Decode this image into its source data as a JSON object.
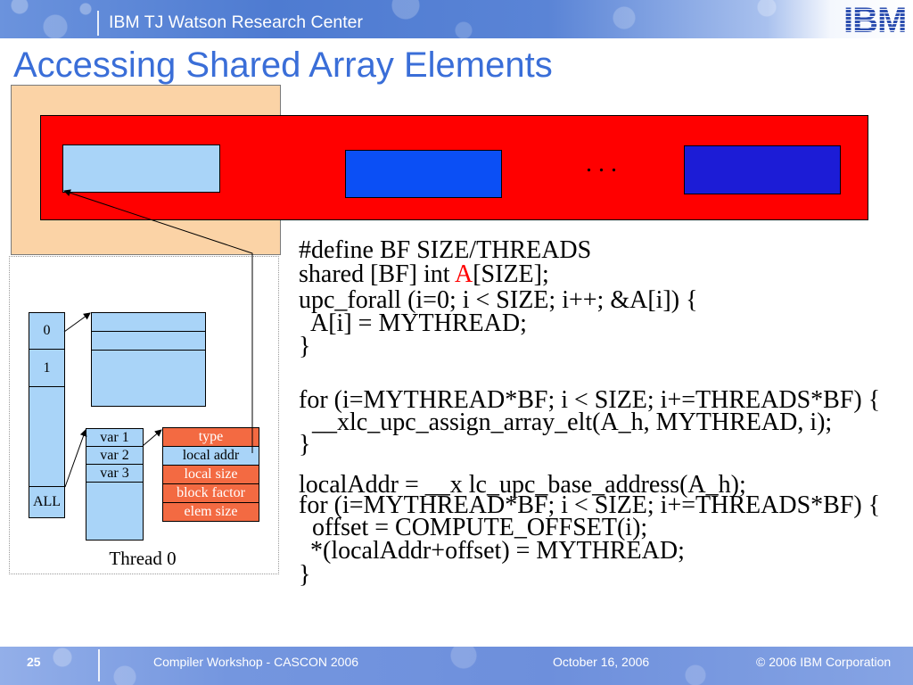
{
  "header": {
    "organization": "IBM TJ Watson Research Center",
    "logo_text": "IBM"
  },
  "slide": {
    "title": "Accessing Shared Array Elements"
  },
  "shared_array": {
    "ellipsis": ". . ."
  },
  "thread_diagram": {
    "index_cells": [
      "0",
      "1",
      "ALL"
    ],
    "variables": [
      "var 1",
      "var 2",
      "var 3"
    ],
    "descriptor_fields": [
      {
        "label": "type",
        "color": "#f36a42",
        "text_color": "#ffffff"
      },
      {
        "label": "local addr",
        "color": "#a9d4f8",
        "text_color": "#000000"
      },
      {
        "label": "local size",
        "color": "#f36a42",
        "text_color": "#ffffff"
      },
      {
        "label": "block factor",
        "color": "#f36a42",
        "text_color": "#ffffff"
      },
      {
        "label": "elem size",
        "color": "#f36a42",
        "text_color": "#ffffff"
      }
    ],
    "caption": "Thread 0"
  },
  "code": {
    "define": "#define BF SIZE/THREADS",
    "shared_decl": {
      "before": "shared [BF] int ",
      "array_name": "A",
      "after": "[SIZE];"
    },
    "forall": [
      "upc_forall (i=0; i < SIZE; i++; &A[i]) {",
      "A[i] = MYTHREAD;",
      "}"
    ],
    "loop_assign": [
      "for (i=MYTHREAD*BF; i < SIZE; i+=THREADS*BF) {",
      "__xlc_upc_assign_array_elt(A_h, MYTHREAD, i);",
      "}"
    ],
    "loop_local": [
      "localAddr = __x lc_upc_base_address(A_h);",
      "for (i=MYTHREAD*BF; i < SIZE; i+=THREADS*BF) {",
      "offset = COMPUTE_OFFSET(i);",
      "*(localAddr+offset) = MYTHREAD;",
      "}"
    ]
  },
  "footer": {
    "slide_number": "25",
    "event": "Compiler Workshop - CASCON 2006",
    "date": "October 16, 2006",
    "copyright": "© 2006 IBM Corporation"
  },
  "colors": {
    "title": "#3a6ed8",
    "thread_region": "#fbd3a6",
    "shared_array": "#ff0000",
    "local_memory": "#a9d4f8",
    "block_thread1": "#0b4ff5",
    "block_last_thread": "#1c1cd6",
    "array_name": "#ff0000"
  }
}
